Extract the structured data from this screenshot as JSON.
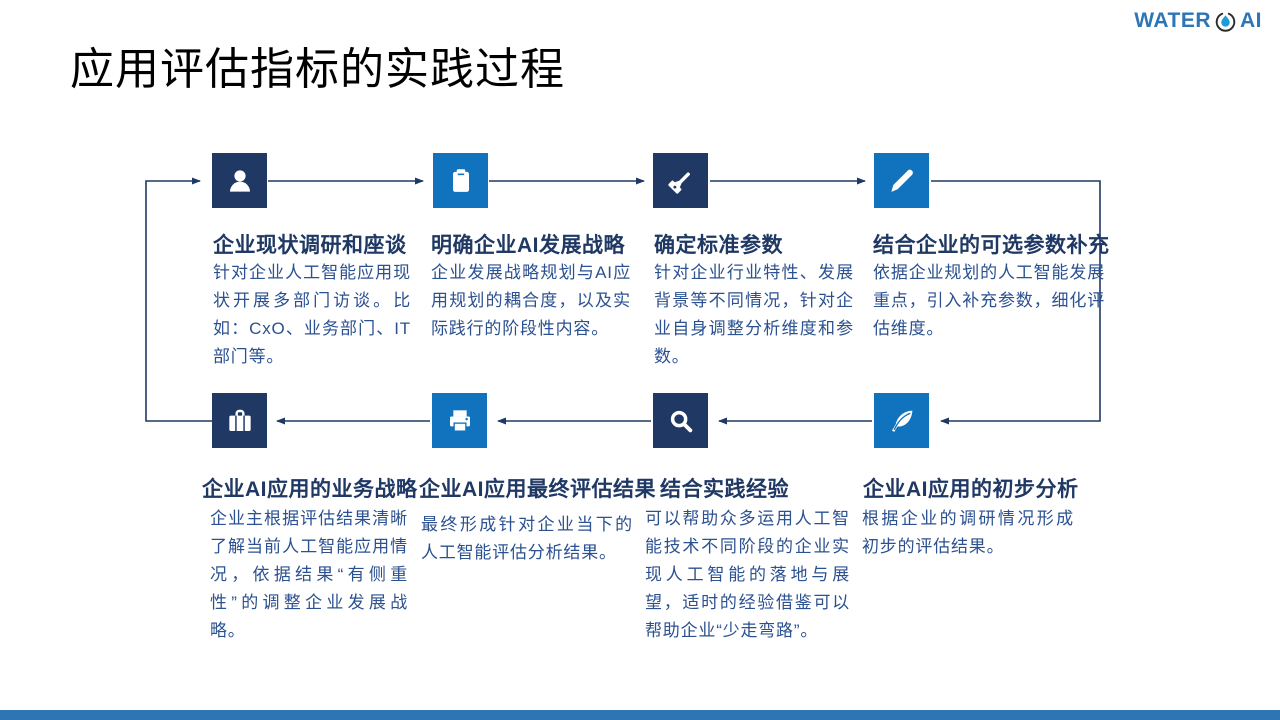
{
  "logo": {
    "brand_water": "WATER",
    "brand_ai": "AI",
    "droplet_icon": "water-droplet-icon"
  },
  "page_title": "应用评估指标的实践过程",
  "colors": {
    "tile_navy": "#1F3864",
    "tile_blue": "#1173BD",
    "arrow": "#1F3864",
    "heading_text": "#1F3864",
    "body_text": "#2B5191",
    "logo_blue": "#2E75B6",
    "droplet_blue": "#1E9CD7",
    "bottom_bar": "#2E75B6"
  },
  "steps": [
    {
      "icon": "user-icon",
      "title": "企业现状调研和座谈",
      "body": "针对企业人工智能应用现状开展多部门访谈。比如：CxO、业务部门、IT部门等。"
    },
    {
      "icon": "clipboard-icon",
      "title": "明确企业AI发展战略",
      "body": "企业发展战略规划与AI应用规划的耦合度，以及实际践行的阶段性内容。"
    },
    {
      "icon": "flashlight-icon",
      "title": "确定标准参数",
      "body": "针对企业行业特性、发展背景等不同情况，针对企业自身调整分析维度和参数。"
    },
    {
      "icon": "pencil-icon",
      "title": "结合企业的可选参数补充",
      "body": "依据企业规划的人工智能发展重点，引入补充参数，细化评估维度。"
    },
    {
      "icon": "briefcase-icon",
      "title": "企业AI应用的业务战略",
      "body": "企业主根据评估结果清晰了解当前人工智能应用情况，依据结果“有侧重性”的调整企业发展战略。"
    },
    {
      "icon": "printer-icon",
      "title": "企业AI应用最终评估结果",
      "body": "最终形成针对企业当下的人工智能评估分析结果。"
    },
    {
      "icon": "search-icon",
      "title": "结合实践经验",
      "body": "可以帮助众多运用人工智能技术不同阶段的企业实现人工智能的落地与展望，适时的经验借鉴可以帮助企业“少走弯路”。"
    },
    {
      "icon": "feather-icon",
      "title": "企业AI应用的初步分析",
      "body": "根据企业的调研情况形成初步的评估结果。"
    }
  ]
}
